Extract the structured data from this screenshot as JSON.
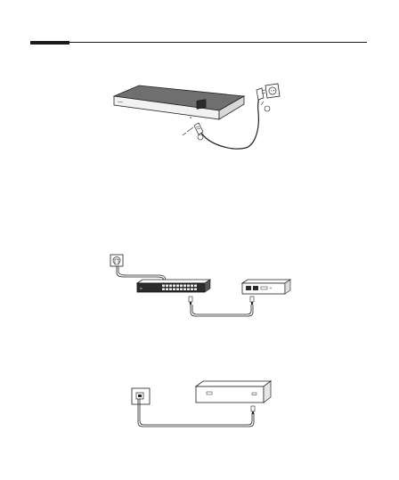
{
  "page": {
    "header_rule": true
  },
  "figures": [
    {
      "id": "power-connection"
    },
    {
      "id": "network-connection"
    },
    {
      "id": "phone-line-connection"
    }
  ],
  "icons": [
    "switch-device-icon",
    "power-outlet-icon",
    "router-device-icon",
    "wall-jack-icon",
    "modem-device-icon",
    "cable-icon"
  ],
  "colors": {
    "line": "#1a1a1a",
    "device_top": "#6f6f6f",
    "device_front": "#f2f2f2",
    "switch_dark": "#2b2b2b"
  }
}
